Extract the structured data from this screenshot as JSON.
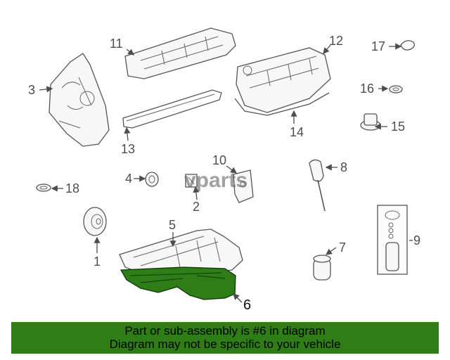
{
  "diagram": {
    "callouts": [
      "1",
      "2",
      "3",
      "4",
      "5",
      "6",
      "7",
      "8",
      "9",
      "10",
      "11",
      "12",
      "13",
      "14",
      "15",
      "16",
      "17",
      "18"
    ],
    "highlighted_callout": "6",
    "highlight_color": "#2e7d16",
    "watermark": "vparts"
  },
  "footer": {
    "line1": "Part or sub-assembly is #6 in diagram",
    "line2": "Diagram may not be specific to your vehicle",
    "background": "#2e7d16"
  }
}
